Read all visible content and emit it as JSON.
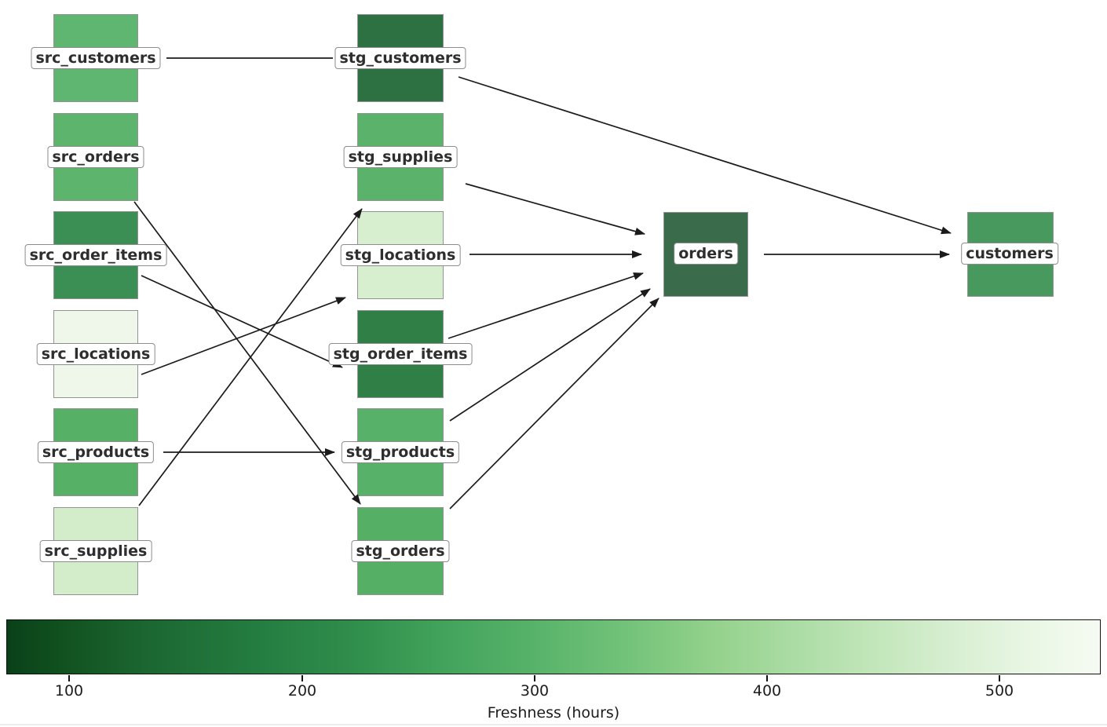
{
  "figure": {
    "background_color": "#ffffff",
    "edge_color": "#1b1b1b"
  },
  "diagram": {
    "nodes": [
      {
        "id": "src_customers",
        "label": "src_customers",
        "color": "#5fb671"
      },
      {
        "id": "src_orders",
        "label": "src_orders",
        "color": "#5cb46d"
      },
      {
        "id": "src_order_items",
        "label": "src_order_items",
        "color": "#3b8f55"
      },
      {
        "id": "src_locations",
        "label": "src_locations",
        "color": "#eef7ea"
      },
      {
        "id": "src_products",
        "label": "src_products",
        "color": "#56b167"
      },
      {
        "id": "src_supplies",
        "label": "src_supplies",
        "color": "#d3ecca"
      },
      {
        "id": "stg_customers",
        "label": "stg_customers",
        "color": "#2d7041"
      },
      {
        "id": "stg_supplies",
        "label": "stg_supplies",
        "color": "#5ab26b"
      },
      {
        "id": "stg_locations",
        "label": "stg_locations",
        "color": "#d7eecf"
      },
      {
        "id": "stg_order_items",
        "label": "stg_order_items",
        "color": "#2f7f46"
      },
      {
        "id": "stg_products",
        "label": "stg_products",
        "color": "#58b169"
      },
      {
        "id": "stg_orders",
        "label": "stg_orders",
        "color": "#55b066"
      },
      {
        "id": "orders",
        "label": "orders",
        "color": "#3a6b4b"
      },
      {
        "id": "customers",
        "label": "customers",
        "color": "#47995e"
      }
    ],
    "edges": [
      {
        "from": "src_customers",
        "to": "stg_customers"
      },
      {
        "from": "src_orders",
        "to": "stg_orders"
      },
      {
        "from": "src_order_items",
        "to": "stg_order_items"
      },
      {
        "from": "src_locations",
        "to": "stg_locations"
      },
      {
        "from": "src_products",
        "to": "stg_products"
      },
      {
        "from": "src_supplies",
        "to": "stg_supplies"
      },
      {
        "from": "stg_customers",
        "to": "customers"
      },
      {
        "from": "stg_supplies",
        "to": "orders"
      },
      {
        "from": "stg_locations",
        "to": "orders"
      },
      {
        "from": "stg_order_items",
        "to": "orders"
      },
      {
        "from": "stg_products",
        "to": "orders"
      },
      {
        "from": "stg_orders",
        "to": "orders"
      },
      {
        "from": "orders",
        "to": "customers"
      }
    ]
  },
  "colorbar": {
    "label": "Freshness (hours)",
    "ticks": [
      "100",
      "200",
      "300",
      "400",
      "500"
    ],
    "scheme": "Greens reversed (dark = fresh, light = stale)",
    "left_color": "#0a4019",
    "right_color": "#f6fbf3"
  }
}
